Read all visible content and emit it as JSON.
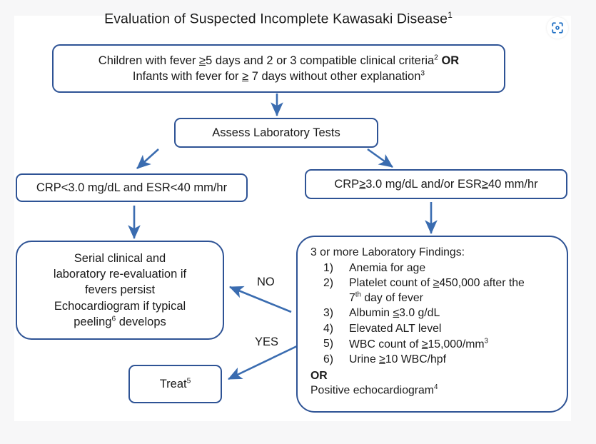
{
  "page": {
    "background_color": "#f7f7f8",
    "canvas_color": "#ffffff",
    "accent_color": "#2e5395",
    "arrow_color": "#3a6cb0",
    "text_color": "#1a1a1a"
  },
  "title": "Evaluation of Suspected Incomplete Kawasaki Disease",
  "title_superscript": "1",
  "toolbar": {
    "scan_icon": "scan-focus-icon"
  },
  "nodes": {
    "criteria": {
      "line1_a": "Children with fever ",
      "line1_ge": "≥",
      "line1_b": "5 days and 2 or 3 compatible clinical criteria",
      "line1_sup": "2",
      "line1_or": "OR",
      "line2_a": "Infants with fever for ",
      "line2_ge": "≥",
      "line2_b": " 7 days without other explanation",
      "line2_sup": "3",
      "plain": "Children with fever ≥5 days and 2 or 3 compatible clinical criteria2 OR Infants with fever for ≥ 7 days without other explanation3"
    },
    "assess": {
      "label": "Assess Laboratory Tests"
    },
    "crp_low": {
      "a": "CRP<3.0 mg/dL and ESR<40 mm/hr"
    },
    "crp_high": {
      "a": "CRP",
      "ge1": "≥",
      "b": "3.0 mg/dL and/or ESR",
      "ge2": "≥",
      "c": "40 mm/hr"
    },
    "serial": {
      "line1": "Serial clinical and",
      "line2": "laboratory re-evaluation if",
      "line3": "fevers persist",
      "line4": "Echocardiogram if typical",
      "line5_a": "peeling",
      "line5_sup": "6",
      "line5_b": " develops"
    },
    "treat": {
      "label": "Treat",
      "superscript": "5"
    },
    "findings": {
      "heading": "3 or more Laboratory Findings:",
      "items": [
        {
          "num": "1)",
          "text": "Anemia for age"
        },
        {
          "num": "2)",
          "text": "Platelet count of ≥450,000 after the 7th day of fever"
        },
        {
          "num": "3)",
          "text": "Albumin ≤3.0 g/dL"
        },
        {
          "num": "4)",
          "text": "Elevated ALT level"
        },
        {
          "num": "5)",
          "text": "WBC count of ≥15,000/mm3"
        },
        {
          "num": "6)",
          "text": "Urine ≥10 WBC/hpf"
        }
      ],
      "or_label": "OR",
      "tail_text": "Positive echocardiogram",
      "tail_superscript": "4"
    }
  },
  "edges": {
    "no_label": "NO",
    "yes_label": "YES"
  }
}
